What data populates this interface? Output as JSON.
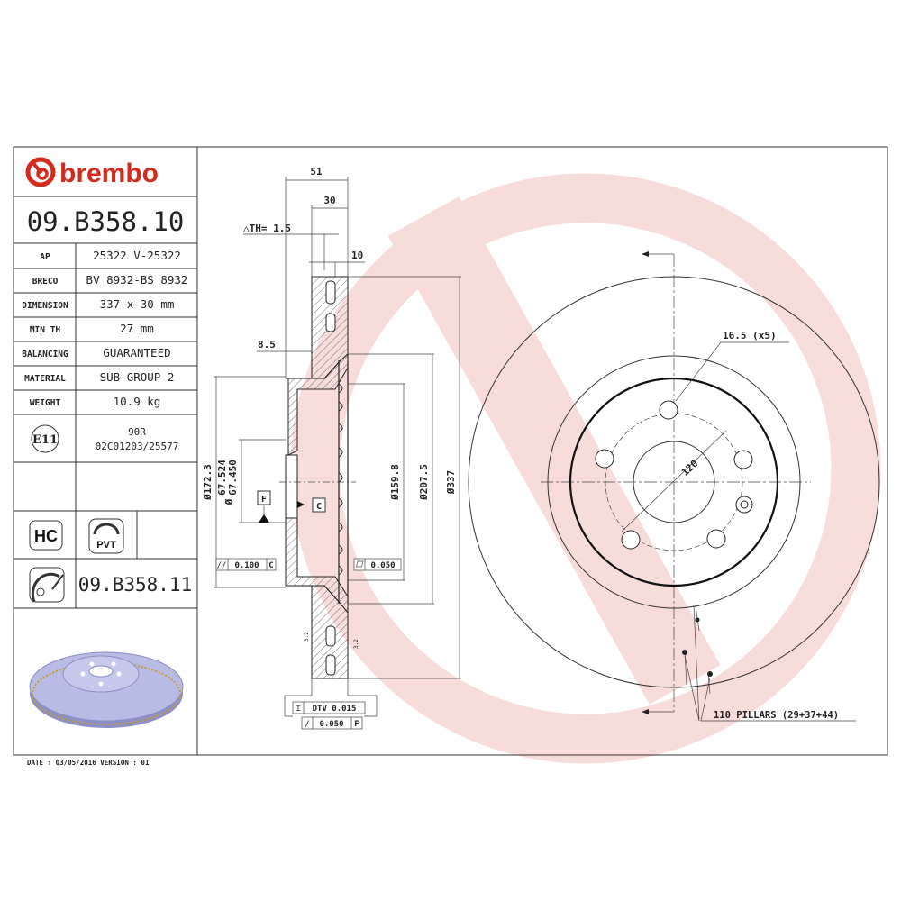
{
  "brand": {
    "name": "brembo",
    "color": "#d52b1e"
  },
  "part_number": "09.B358.10",
  "specs": [
    {
      "label": "AP",
      "value": "25322 V-25322"
    },
    {
      "label": "BRECO",
      "value": "BV 8932-BS 8932"
    },
    {
      "label": "DIMENSION",
      "value": "337 x 30 mm"
    },
    {
      "label": "MIN TH",
      "value": "27 mm"
    },
    {
      "label": "BALANCING",
      "value": "GUARANTEED"
    },
    {
      "label": "MATERIAL",
      "value": "SUB-GROUP 2"
    },
    {
      "label": "WEIGHT",
      "value": "10.9 kg"
    }
  ],
  "approval": {
    "mark": "E11",
    "line1": "90R",
    "line2": "02C01203/25577"
  },
  "badges": {
    "hc": "HC",
    "pvt": "PVT"
  },
  "alt_part_number": "09.B358.11",
  "footer": "DATE : 03/05/2016 VERSION : 01",
  "section": {
    "width_overall": "51",
    "thickness": "30",
    "delta_th": "△TH= 1.5",
    "vent": "10",
    "offset": "8.5",
    "d_hat": "Ø172.3",
    "d_bore_max": "67.524",
    "d_bore_min": "67.450",
    "d_bore_sym": "Ø",
    "d_inner": "Ø159.8",
    "d_mid": "Ø207.5",
    "d_outer": "Ø337",
    "datum_f": "F",
    "datum_c": "C",
    "parallel_tol": "0.100",
    "parallel_ref": "C",
    "flat_tol": "0.050",
    "dtv_tol": "DTV 0.015",
    "runout_tol": "0.050",
    "runout_ref": "F",
    "roughness": "3.2"
  },
  "front": {
    "bolt_hole": "16.5 (x5)",
    "pcd": "120",
    "pillars": "110 PILLARS (29+37+44)"
  }
}
